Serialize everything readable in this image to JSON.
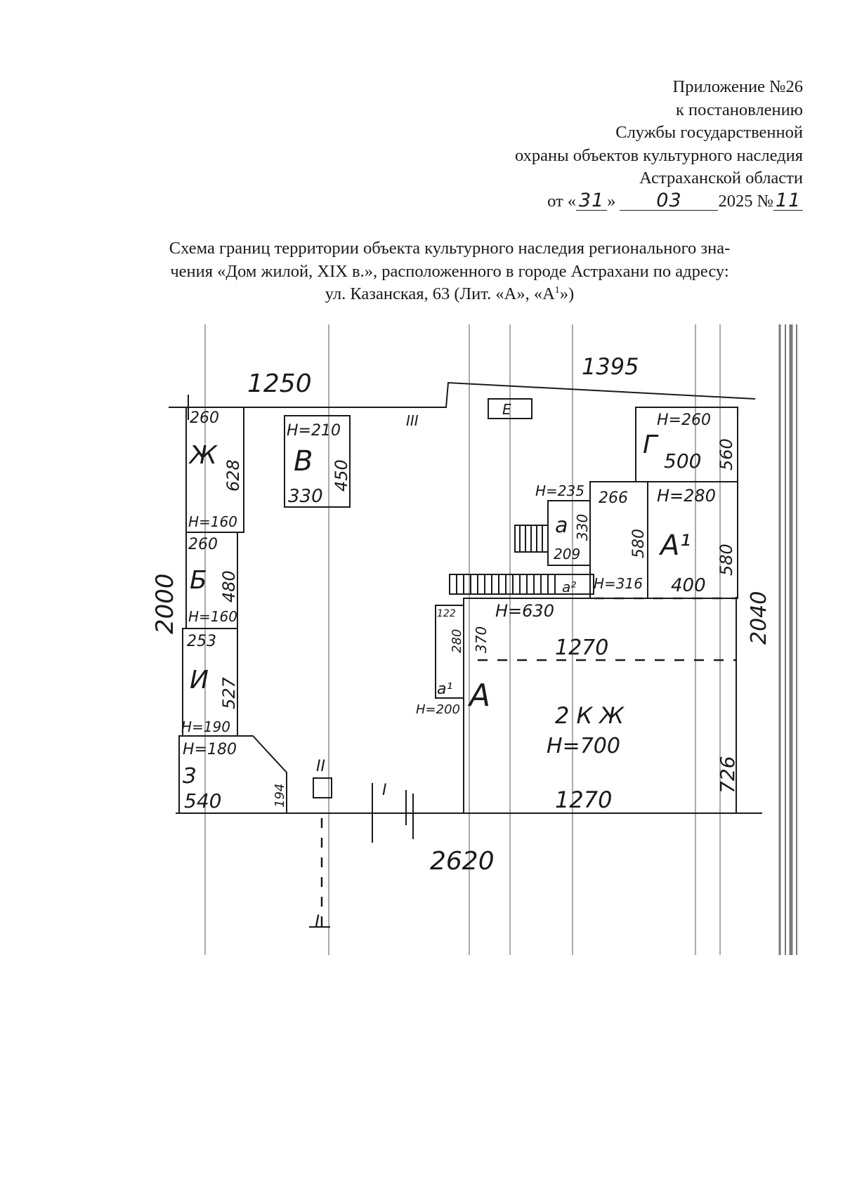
{
  "header": {
    "line1": "Приложение №26",
    "line2": "к постановлению",
    "line3": "Службы государственной",
    "line4": "охраны объектов культурного наследия",
    "line5": "Астраханской области",
    "date_prefix": "от «",
    "date_day": "31",
    "date_mid": "»",
    "date_month": "03",
    "date_year": "2025 №",
    "number": "11"
  },
  "title": {
    "line1": "Схема границ территории объекта культурного наследия регионального зна-",
    "line2": "чения «Дом жилой, XIX в.», расположенного в городе Астрахани по адресу:",
    "line3_prefix": "ул. Казанская, 63 (Лит. «А», «А",
    "line3_sup": "1",
    "line3_suffix": "»)"
  },
  "scheme": {
    "dim_top_left": "1250",
    "dim_top_right": "1395",
    "dim_left": "2000",
    "dim_right": "2040",
    "dim_bottom": "2620",
    "dim_inner_upper": "1270",
    "dim_inner_lower": "1270",
    "dim_right_inner": "726",
    "garage_g_letter": "Г",
    "garage_g_h": "Н=260",
    "garage_g_w": "500",
    "garage_g_d": "560",
    "bldg_v_letter": "В",
    "bldg_v_h": "Н=210",
    "bldg_v_w": "330",
    "bldg_v_d": "450",
    "shed_zh_letter": "Ж",
    "shed_zh_w": "260",
    "shed_zh_d": "628",
    "h160a": "Н=160",
    "shed_b_letter": "Б",
    "shed_b_w": "260",
    "shed_b_d": "480",
    "h160b": "Н=160",
    "shed_i_letter": "И",
    "shed_i_w": "253",
    "shed_i_d": "527",
    "h190": "Н=190",
    "shed_z_letter": "З",
    "shed_z_h": "Н=180",
    "shed_z_w": "540",
    "shed_z_d": "194",
    "e_label": "Е",
    "porch_a_letter": "а",
    "porch_a_h": "Н=235",
    "porch_a_d": "330",
    "porch_a_w": "209",
    "a1_letter": "А¹",
    "a1_h": "Н=280",
    "a1_w_top": "266",
    "a1_d": "580",
    "a1_d2": "580",
    "a1_w": "400",
    "h316": "Н=316",
    "a2": "а²",
    "h630": "Н=630",
    "a_letter": "А",
    "a1_small": "а¹",
    "h200": "Н=200",
    "a1s_w": "122",
    "a1s_d": "280",
    "a1s_d2": "370",
    "storeys": "2 К Ж",
    "h700": "Н=700",
    "mark_i": "I",
    "mark_ii": "II",
    "mark_iii": "III",
    "mark_bottom": "I"
  },
  "colors": {
    "ink": "#1a1a1a",
    "scan_line": "#8e8e8e"
  }
}
